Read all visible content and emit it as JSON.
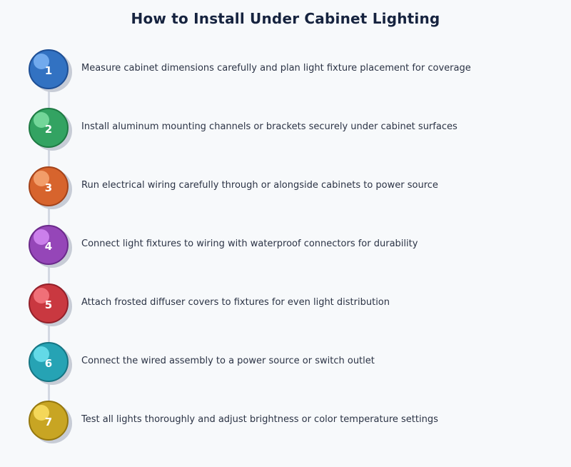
{
  "title": "How to Install Under Cabinet Lighting",
  "steps": [
    {
      "number": "1",
      "text": "Measure cabinet dimensions carefully and plan light fixture placement for coverage",
      "color": "#3272c2",
      "border": "#1e4f95",
      "highlight": "#7db4f5"
    },
    {
      "number": "2",
      "text": "Install aluminum mounting channels or brackets securely under cabinet surfaces",
      "color": "#33a362",
      "border": "#1e7a43",
      "highlight": "#7fdfa3"
    },
    {
      "number": "3",
      "text": "Run electrical wiring carefully through or alongside cabinets to power source",
      "color": "#d7642d",
      "border": "#a4431a",
      "highlight": "#f7a774"
    },
    {
      "number": "4",
      "text": "Connect light fixtures to wiring with waterproof connectors for durability",
      "color": "#9546b8",
      "border": "#6b2a8b",
      "highlight": "#d58af3"
    },
    {
      "number": "5",
      "text": "Attach frosted diffuser covers to fixtures for even light distribution",
      "color": "#c93840",
      "border": "#93202a",
      "highlight": "#f77a82"
    },
    {
      "number": "6",
      "text": "Connect the wired assembly to a power source or switch outlet",
      "color": "#26a3b4",
      "border": "#167583",
      "highlight": "#6ee3f0"
    },
    {
      "number": "7",
      "text": "Test all lights thoroughly and adjust brightness or color temperature settings",
      "color": "#c8a523",
      "border": "#96780e",
      "highlight": "#fbdf63"
    }
  ]
}
